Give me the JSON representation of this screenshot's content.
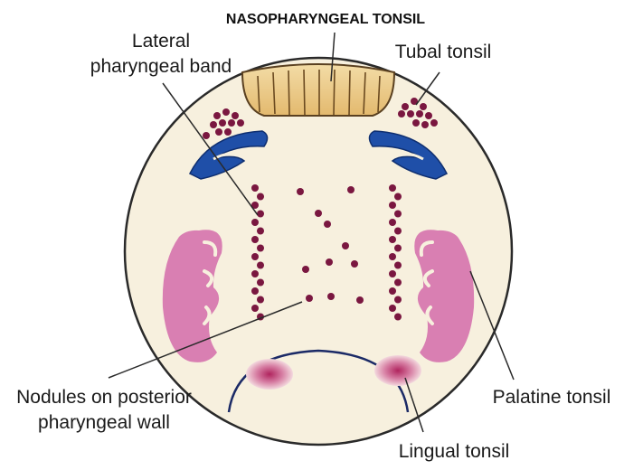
{
  "title": "NASOPHARYNGEAL TONSIL",
  "labels": {
    "lateral_band": [
      "Lateral",
      "pharyngeal band"
    ],
    "tubal_tonsil": "Tubal tonsil",
    "nodules": [
      "Nodules on posterior",
      "pharyngeal wall"
    ],
    "palatine_tonsil": "Palatine tonsil",
    "lingual_tonsil": "Lingual tonsil"
  },
  "colors": {
    "background_circle": "#f7f0de",
    "outline": "#2a2a2a",
    "nasopharyngeal": "#e9c98a",
    "tubal_orifice": "#1f4fa8",
    "nodule_dots": "#7a1740",
    "palatine_tonsil": "#d97fb2",
    "lingual_tonsil": "#b0245e",
    "tongue_outline": "#1b2a66"
  }
}
